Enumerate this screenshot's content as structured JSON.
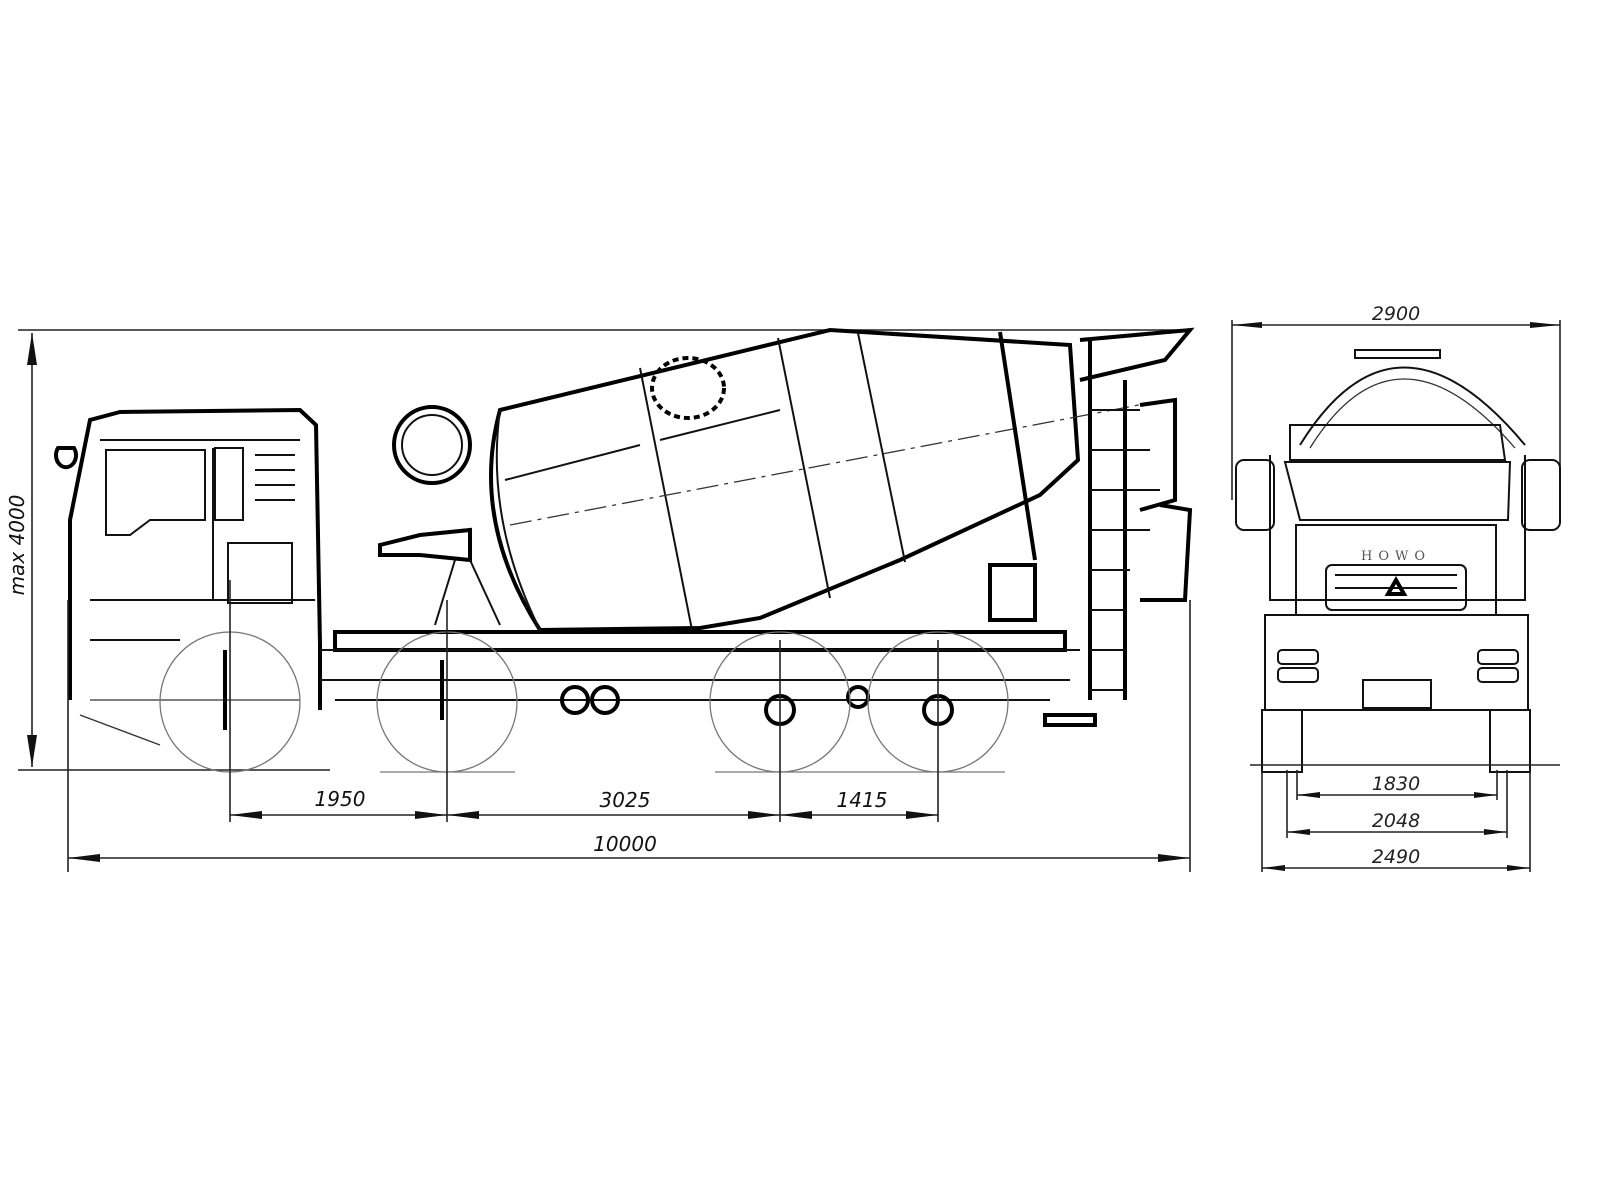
{
  "side_view": {
    "height_label": "max 4000",
    "wheelbase_labels": [
      "1950",
      "3025",
      "1415"
    ],
    "length_label": "10000"
  },
  "front_view": {
    "width_label": "2900",
    "track_labels": [
      "1830",
      "2048",
      "2490"
    ],
    "logo_text": "HOWO"
  }
}
